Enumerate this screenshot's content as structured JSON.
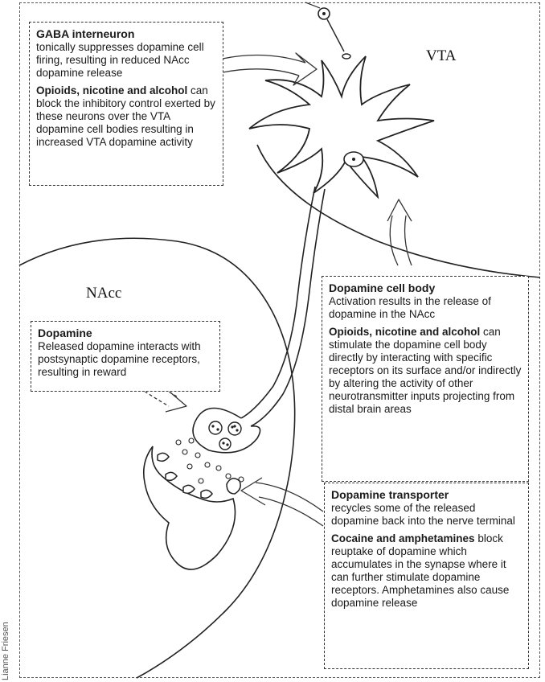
{
  "regions": {
    "vta": "VTA",
    "nacc": "NAcc"
  },
  "gaba": {
    "title": "GABA interneuron",
    "text": "tonically suppresses dopamine cell firing, resulting in reduced NAcc dopamine release",
    "lead": "Opioids, nicotine and alcohol",
    "text2": "can block the inhibitory control exerted by these neurons over the VTA dopamine cell bodies resulting in increased VTA dopamine activity"
  },
  "cellbody": {
    "title": "Dopamine cell body",
    "text": "Activation results in the release of dopamine in the NAcc",
    "lead": "Opioids, nicotine and alcohol",
    "text2": "can stimulate the dopamine cell body directly by interacting with specific receptors on its surface and/or indirectly by altering the activity of other neurotransmitter inputs projecting from distal brain areas"
  },
  "dopamine": {
    "title": "Dopamine",
    "text": "Released dopamine interacts with postsynaptic dopamine receptors, resulting in reward"
  },
  "transporter": {
    "title": "Dopamine transporter",
    "text": "recycles some of the released dopamine back into the nerve terminal",
    "lead": "Cocaine and amphetamines",
    "text2": "block reuptake of dopamine which accumulates in the synapse where it can further stimulate dopamine receptors. Amphetamines also cause dopamine release"
  },
  "credit": "Lianne Friesen",
  "colors": {
    "ink": "#1a1a1a",
    "line": "#333333"
  }
}
